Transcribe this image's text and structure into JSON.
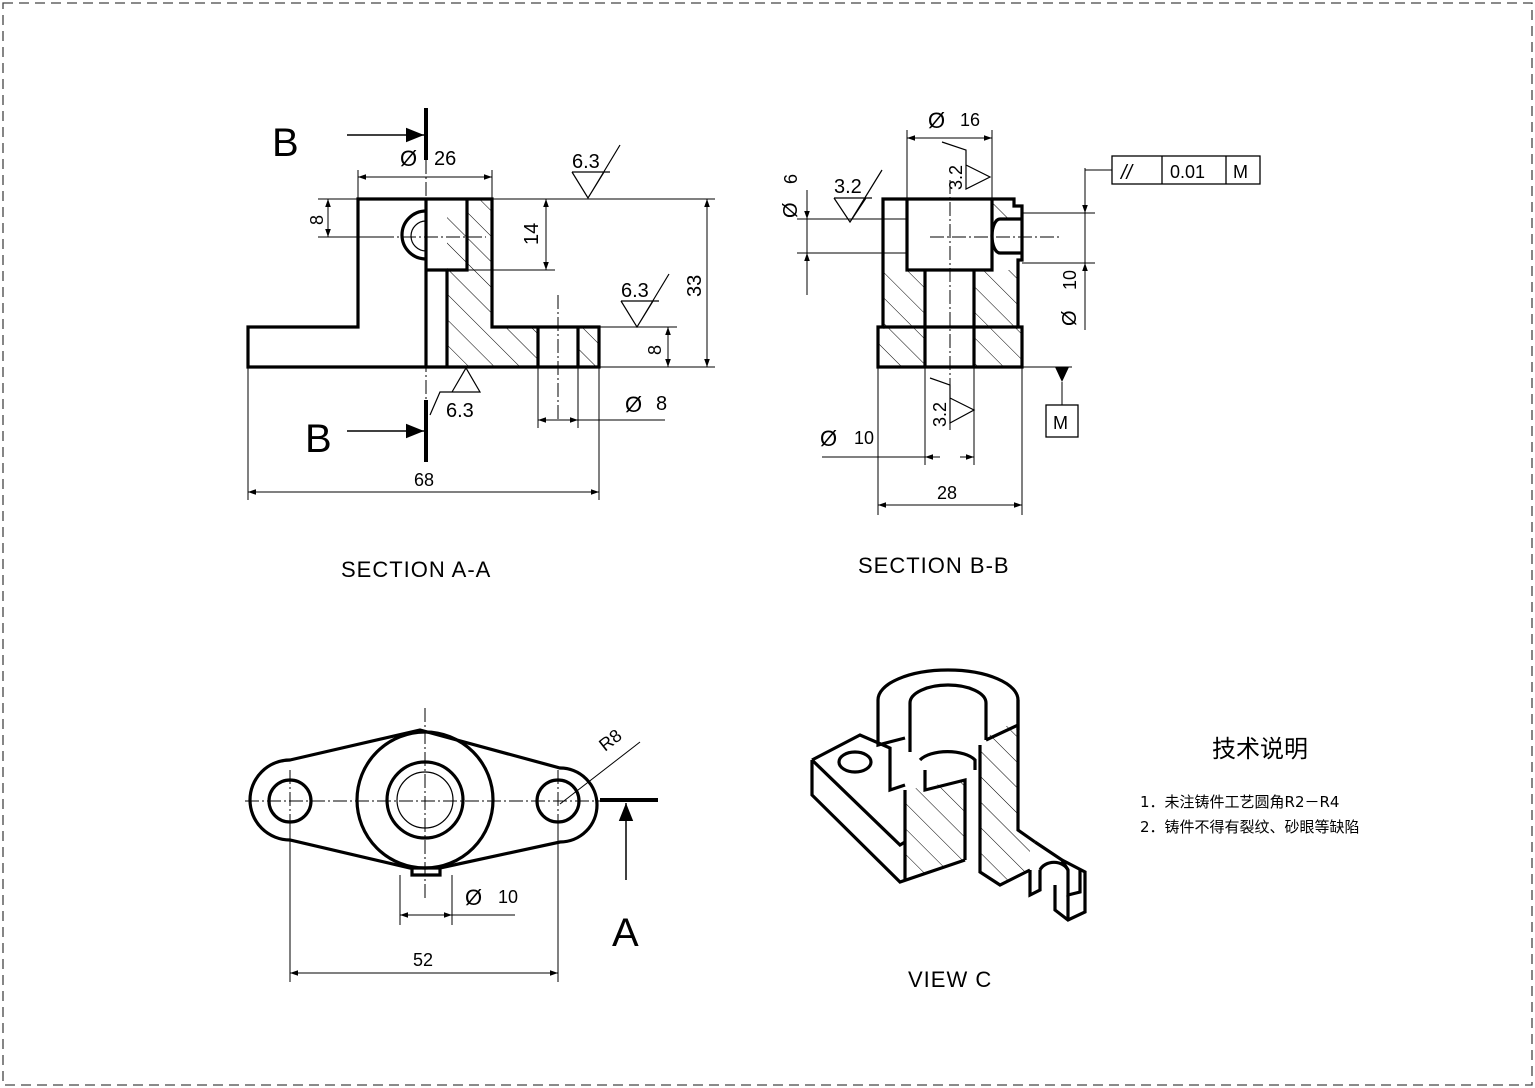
{
  "sections": {
    "aa": {
      "title": "SECTION A-A"
    },
    "bb": {
      "title": "SECTION B-B"
    },
    "view_c": {
      "title": "VIEW C"
    }
  },
  "cut_labels": {
    "b_top": "B",
    "b_bottom": "B",
    "a_right": "A"
  },
  "dimensions": {
    "aa_d26": "26",
    "aa_8_top": "8",
    "aa_14": "14",
    "aa_33": "33",
    "aa_8_base": "8",
    "aa_d8": "8",
    "aa_68": "68",
    "bb_d16": "16",
    "bb_d6": "6",
    "bb_d10_right": "10",
    "bb_d10_left": "10",
    "bb_28": "28",
    "top_r8": "R8",
    "top_d10": "10",
    "top_52": "52"
  },
  "roughness": {
    "aa_top": "6.3",
    "aa_right": "6.3",
    "aa_bottom": "6.3",
    "bb_left": "3.2",
    "bb_top": "3.2",
    "bb_bottom": "3.2"
  },
  "tolerance": {
    "symbol": "//",
    "value": "0.01",
    "datum": "M"
  },
  "datum": {
    "label": "M"
  },
  "notes": {
    "title": "技术说明",
    "items": [
      "1．未注铸件工艺圆角R2－R4",
      "2．铸件不得有裂纹、砂眼等缺陷"
    ]
  }
}
